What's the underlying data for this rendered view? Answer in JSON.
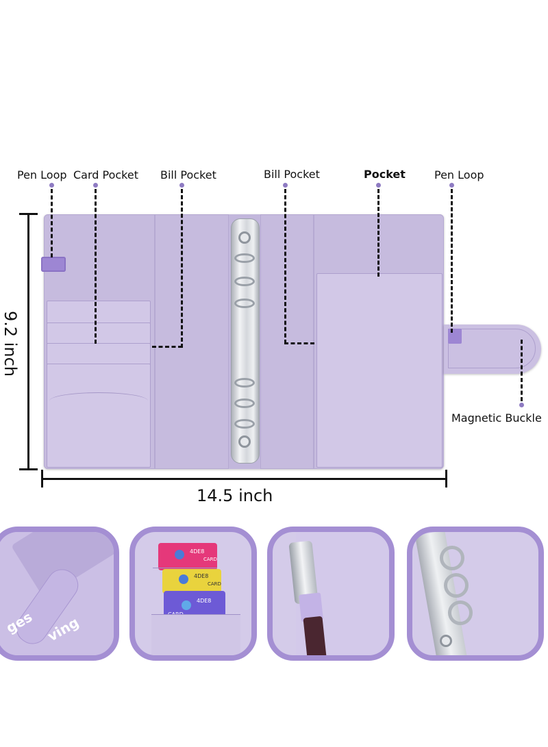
{
  "callouts": {
    "pen_loop_left": "Pen Loop",
    "card_pocket": "Card Pocket",
    "bill_pocket_left": "Bill Pocket",
    "bill_pocket_right": "Bill Pocket",
    "pocket": "Pocket",
    "pen_loop_right": "Pen Loop",
    "magnetic_buckle": "Magnetic Buckle"
  },
  "dimensions": {
    "height": "9.2 inch",
    "width": "14.5 inch"
  },
  "colors": {
    "binder": "#cbc0e2",
    "accent_purple": "#a48fd3",
    "elastic": "#9d86d3",
    "ring_silver": "#c9cdd2"
  },
  "thumbnail_text": {
    "cover_text_1": "ges",
    "cover_text_2": "ving",
    "card_label_1": "CARD",
    "card_label_2": "CARD",
    "card_label_3": "CARD",
    "card_code_1": "4DE8",
    "card_code_2": "4DE8",
    "card_code_3": "4DE8"
  }
}
